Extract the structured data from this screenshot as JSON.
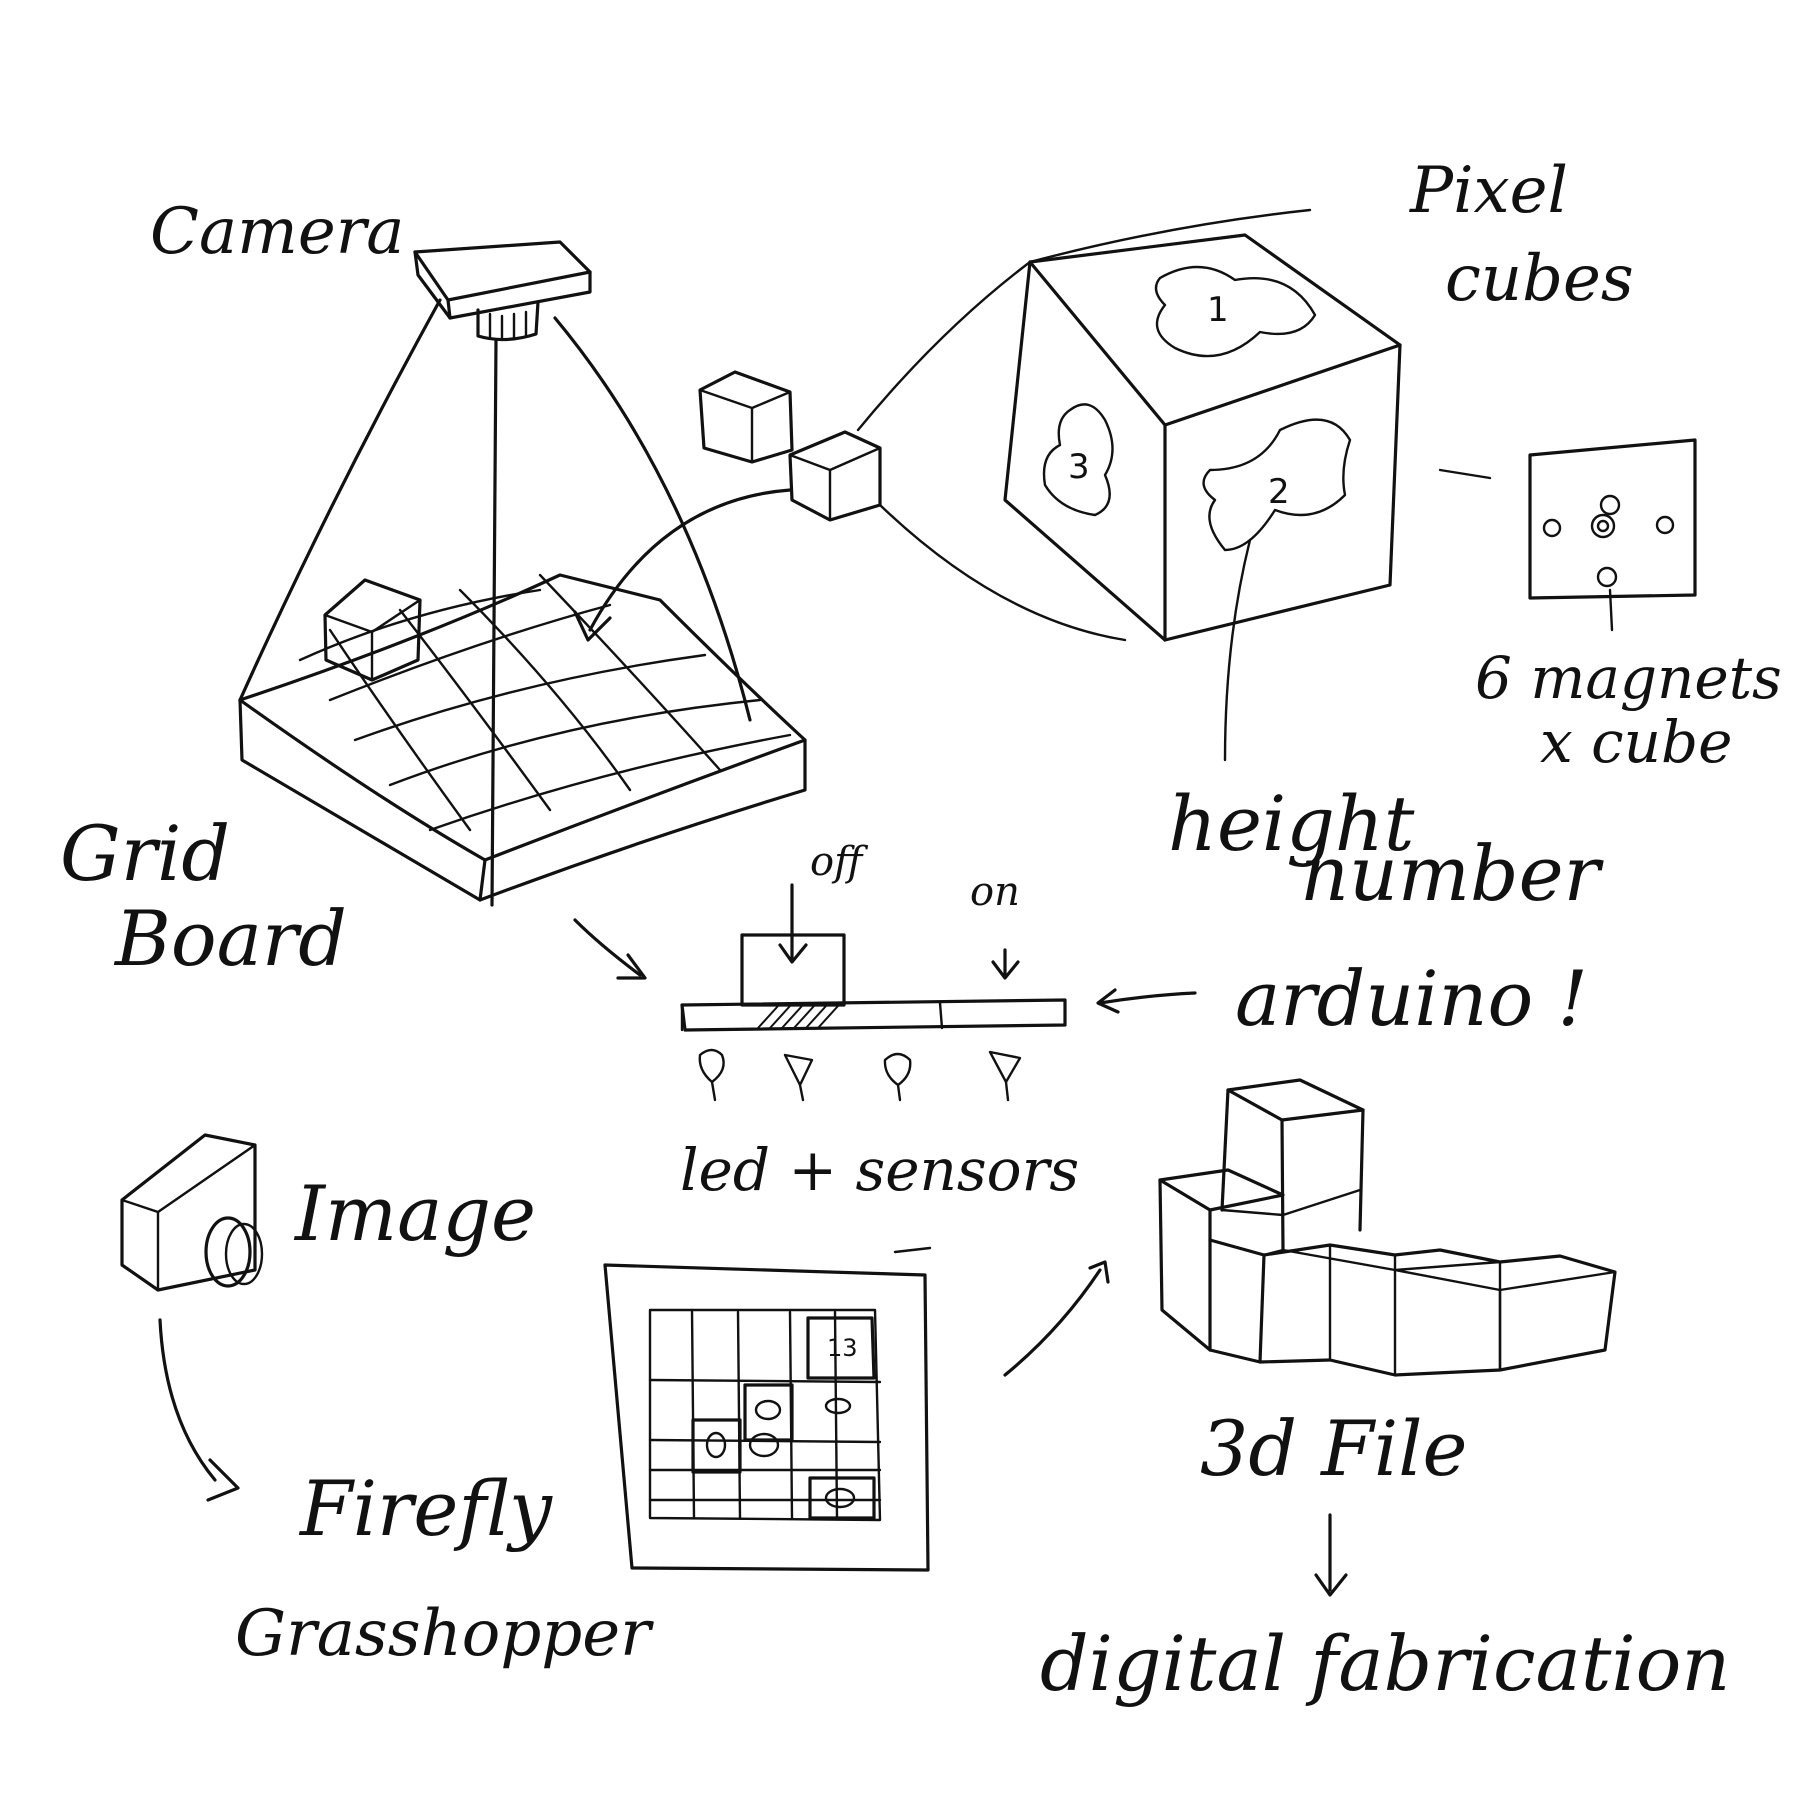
{
  "labels": {
    "camera": "Camera",
    "pixel": "Pixel",
    "cubes": "cubes",
    "grid": "Grid",
    "board": "Board",
    "six_magnets": "6 magnets",
    "x_cube": "x cube",
    "height": "height",
    "number": "number",
    "off": "off",
    "on": "on",
    "arduino": "arduino !",
    "led_sensors": "led + sensors",
    "image": "Image",
    "firefly": "Firefly",
    "grasshopper": "Grasshopper",
    "three_d_file": "3d File",
    "digital_fabrication": "digital fabrication"
  },
  "cube_face_numbers": {
    "top": "1",
    "right": "2",
    "left": "3"
  },
  "screen_cells": [
    "13",
    "0",
    "0",
    "0",
    "0",
    "0"
  ]
}
